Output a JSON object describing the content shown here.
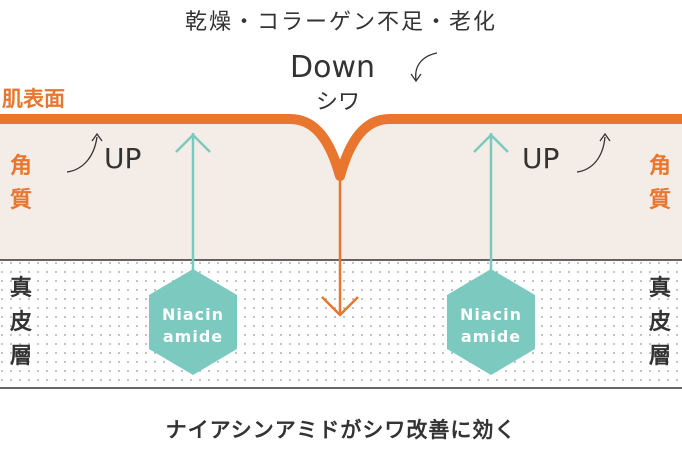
{
  "title": "乾燥・コラーゲン不足・老化",
  "skin_surface_label": "肌表面",
  "wrinkle": {
    "down_label": "Down",
    "label": "シワ"
  },
  "up_label": "UP",
  "stratum_corneum_label": "角質",
  "dermis_label": "真皮層",
  "ingredient": {
    "line1": "Niacin",
    "line2": "amide"
  },
  "caption": "ナイアシンアミドがシワ改善に効く",
  "colors": {
    "orange": "#e8762e",
    "teal": "#7ccabf",
    "corneum_bg": "#f4ece6",
    "text": "#333333"
  }
}
